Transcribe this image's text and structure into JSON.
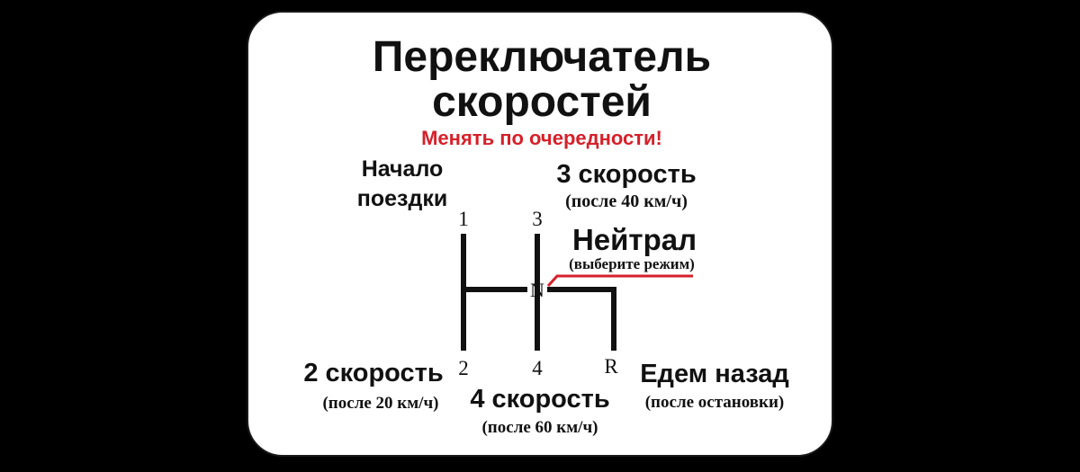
{
  "diagram": {
    "title_line1": "Переключатель",
    "title_line2": "скоростей",
    "subtitle": "Менять по очередности!",
    "start_label_line1": "Начало",
    "start_label_line2": "поездки",
    "gear3": {
      "label": "3 скорость",
      "note": "(после 40 км/ч)"
    },
    "neutral": {
      "label": "Нейтрал",
      "note": "(выберите режим)"
    },
    "gear2": {
      "label": "2 скорость",
      "note": "(после 20 км/ч)"
    },
    "gear4": {
      "label": "4 скорость",
      "note": "(после 60 км/ч)"
    },
    "reverse": {
      "label": "Едем назад",
      "note": "(после остановки)"
    },
    "positions": {
      "p1": "1",
      "p3": "3",
      "pN": "N",
      "p2": "2",
      "p4": "4",
      "pR": "R"
    }
  },
  "colors": {
    "text": "#111111",
    "accent": "#d6202a",
    "card": "#ffffff",
    "background": "#000000"
  }
}
